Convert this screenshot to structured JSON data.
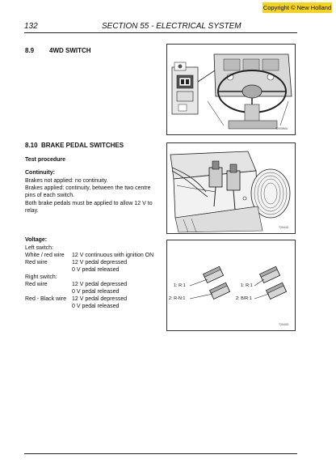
{
  "copyright": "Copyright © New Holland",
  "header": {
    "page_number": "132",
    "section_title": "SECTION 55 - ELECTRICAL SYSTEM"
  },
  "section_4wd": {
    "number": "8.9",
    "title": "4WD SWITCH",
    "figure_ref": "T2006MU"
  },
  "section_brake": {
    "number": "8.10",
    "title": "BRAKE PEDAL SWITCHES",
    "test_procedure": "Test procedure",
    "continuity_title": "Continuity:",
    "continuity_lines": [
      "Brakes not applied: no continuity.",
      "Brakes applied: continuity, between the two centre",
      "pins of each switch.",
      "Both brake pedals must be applied to allow 12 V to",
      "relay."
    ],
    "figure_ref": "T2041D",
    "voltage": {
      "title": "Voltage:",
      "left_switch": "Left switch:",
      "right_switch": "Right switch:",
      "rows": [
        {
          "wire": "White / red wire",
          "value": "12 V continuous with ignition ON"
        },
        {
          "wire": "Red wire",
          "value": "12 V pedal depressed"
        },
        {
          "wire": "",
          "value": "0 V pedal released"
        },
        {
          "wire": "Red wire",
          "value": "12 V pedal depressed"
        },
        {
          "wire": "",
          "value": "0 V pedal released"
        },
        {
          "wire": "Red - Black wire",
          "value": "12 V pedal depressed"
        },
        {
          "wire": "",
          "value": "0 V pedal released"
        }
      ]
    },
    "connector_figure": {
      "labels": [
        "1: R:1",
        "2: R-N:1",
        "1: R:1",
        "2: B/R:1"
      ],
      "figure_ref": "T2040D"
    }
  }
}
